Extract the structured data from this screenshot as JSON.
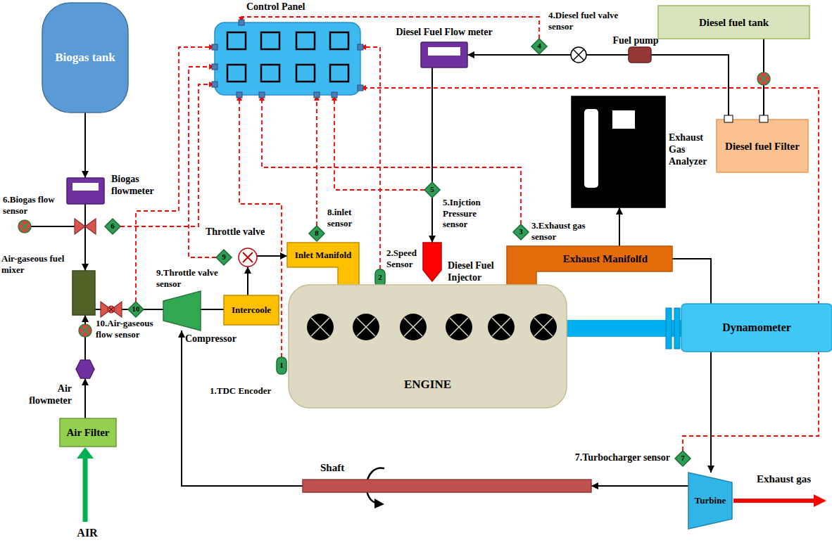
{
  "diagram": {
    "nodes": [
      {
        "text": [
          "Biogas tank"
        ]
      },
      {
        "text": [
          "Control Panel"
        ]
      },
      {
        "text": [
          "Diesel Fuel Flow meter"
        ]
      },
      {
        "text": [
          "4",
          "4.Diesel fuel valve sensor"
        ]
      },
      {
        "text": [
          "Diesel fuel tank"
        ]
      },
      {
        "text": [
          "Fuel pump"
        ]
      },
      {
        "text": [
          "Exhaust Gas Analyzer"
        ]
      },
      {
        "text": [
          "Diesel fuel Filter"
        ]
      },
      {
        "text": [
          "Biogas flowmeter"
        ]
      },
      {
        "text": [
          "6",
          "6.Biogas flow sensor"
        ]
      },
      {
        "text": [
          "5",
          "5.Injction Pressure sensor"
        ]
      },
      {
        "text": [
          "Throttle valve"
        ]
      },
      {
        "text": [
          "8",
          "8.inlet sensor"
        ]
      },
      {
        "text": [
          "3",
          "3.Exhaust gas sensor"
        ]
      },
      {
        "text": [
          "9",
          "9.Throttle valve sensor"
        ]
      },
      {
        "text": [
          "Inlet Manifold"
        ]
      },
      {
        "text": [
          "2",
          "2.Speed Sensor"
        ]
      },
      {
        "text": [
          "Diesel Fuel Injector"
        ]
      },
      {
        "text": [
          "Exhaust Manifolfd"
        ]
      },
      {
        "text": [
          "Air-gaseous fuel mixer"
        ]
      },
      {
        "text": [
          "10",
          "10.Air-gaseous flow sensor"
        ]
      },
      {
        "text": [
          "Compressor"
        ]
      },
      {
        "text": [
          "Intercoole"
        ]
      },
      {
        "text": [
          "ENGINE"
        ]
      },
      {
        "text": [
          "Dynamometer"
        ]
      },
      {
        "text": [
          "1",
          "1.TDC Encoder"
        ]
      },
      {
        "text": [
          "Air flowmeter"
        ]
      },
      {
        "text": [
          "Air Filter"
        ]
      },
      {
        "text": [
          "Shaft"
        ]
      },
      {
        "text": [
          "7",
          "7.Turbocharger sensor"
        ]
      },
      {
        "text": [
          "Turbine"
        ]
      }
    ],
    "edges": [
      {
        "from": 3,
        "to": 1,
        "arrow": "to"
      },
      {
        "from": 16,
        "to": 1,
        "arrow": "to"
      },
      {
        "from": 13,
        "to": 1,
        "arrow": "to"
      },
      {
        "from": 10,
        "to": 1,
        "arrow": "to"
      },
      {
        "from": 12,
        "to": 1,
        "arrow": "to"
      },
      {
        "from": 14,
        "to": 1,
        "arrow": "to"
      },
      {
        "from": 9,
        "to": 1,
        "arrow": "to"
      },
      {
        "from": 20,
        "to": 1,
        "arrow": "to"
      },
      {
        "from": 25,
        "to": 1,
        "arrow": "to"
      },
      {
        "from": 29,
        "to": 1,
        "arrow": "to"
      },
      {
        "from": 0,
        "to": 8,
        "arrow": "to"
      },
      {
        "from": 8,
        "to": 19,
        "arrow": "to"
      },
      {
        "from": 27,
        "to": 26,
        "arrow": "to"
      },
      {
        "from": 26,
        "to": 19,
        "arrow": "to"
      },
      {
        "from": 19,
        "to": 21,
        "arrow": "none"
      },
      {
        "from": 21,
        "to": 22,
        "arrow": "none"
      },
      {
        "from": 22,
        "to": 11,
        "arrow": "to"
      },
      {
        "from": 11,
        "to": 15,
        "arrow": "to"
      },
      {
        "from": 18,
        "to": 6,
        "arrow": "to"
      },
      {
        "from": 18,
        "to": 30,
        "arrow": "to"
      },
      {
        "from": 30,
        "to": 28,
        "arrow": "to"
      },
      {
        "from": 28,
        "to": 21,
        "arrow": "to"
      },
      {
        "from": 4,
        "to": 7,
        "arrow": "none"
      },
      {
        "from": 7,
        "to": 5,
        "arrow": "none"
      },
      {
        "from": 5,
        "to": 2,
        "arrow": "to"
      },
      {
        "from": 2,
        "to": 17,
        "arrow": "to"
      },
      {
        "from": 23,
        "to": 24,
        "arrow": "none"
      }
    ],
    "labels": [
      "AIR",
      "Exhaust gas"
    ]
  }
}
